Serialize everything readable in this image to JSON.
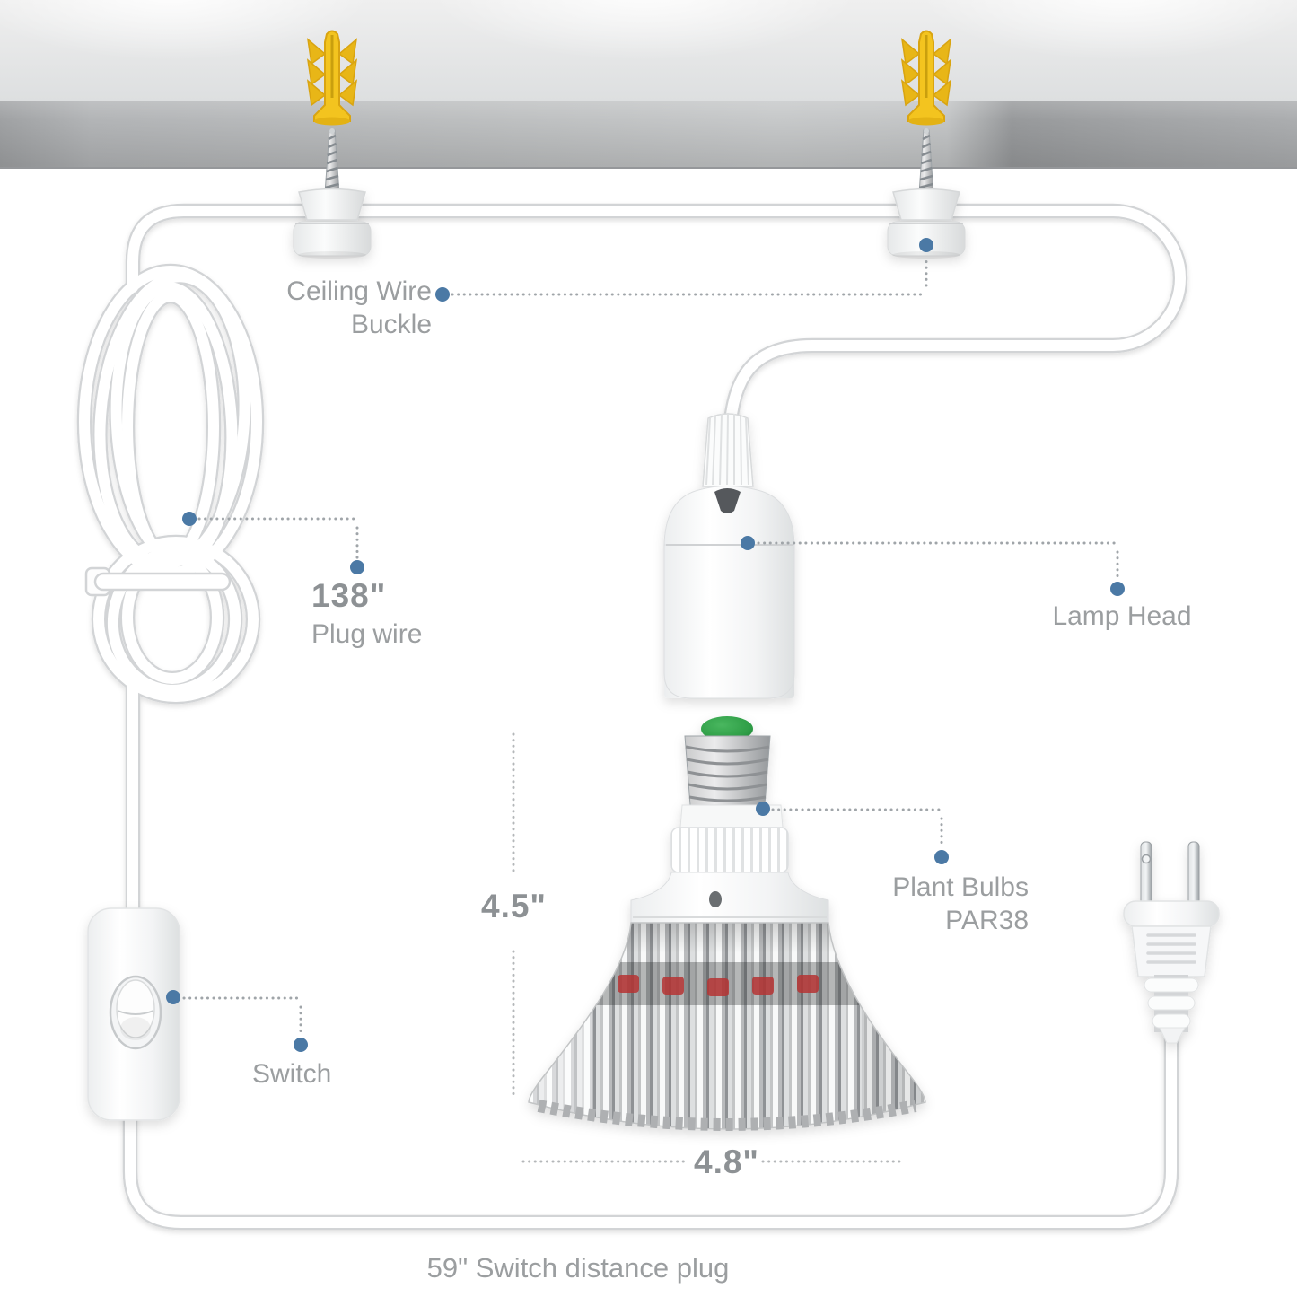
{
  "labels": {
    "ceiling_buckle_line1": "Ceiling Wire",
    "ceiling_buckle_line2": "Buckle",
    "plug_wire_value": "138\"",
    "plug_wire_caption": "Plug wire",
    "lamp_head": "Lamp Head",
    "plant_bulbs_line1": "Plant Bulbs",
    "plant_bulbs_line2": "PAR38",
    "switch_label": "Switch",
    "height_dim": "4.5\"",
    "width_dim": "4.8\"",
    "bottom_note": "59\" Switch distance plug"
  },
  "colors": {
    "leader_dot_blue": "#4b79a5",
    "anchor_yellow": "#f3c41f",
    "bulb_cap_green": "#2f9e47",
    "label_gray": "#9b9ea0",
    "dimension_gray": "#8d9194"
  }
}
